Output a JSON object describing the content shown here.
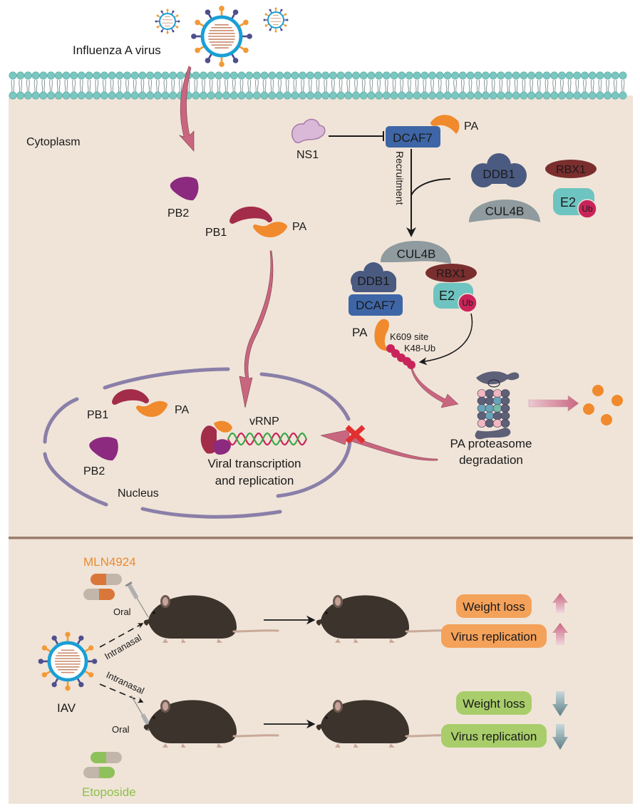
{
  "figure": {
    "virus_label": "Influenza A virus",
    "cytoplasm_label": "Cytoplasm",
    "nucleus_label": "Nucleus",
    "cytoplasm_proteins": {
      "pb2": "PB2",
      "pb1": "PB1",
      "pa": "PA"
    },
    "ns1_pathway": {
      "ns1": "NS1",
      "dcaf7": "DCAF7",
      "pa": "PA",
      "recruitment": "Recruitment"
    },
    "free_components": {
      "ddb1": "DDB1",
      "cul4b": "CUL4B",
      "rbx1": "RBX1",
      "e2": "E2",
      "ub": "Ub"
    },
    "complex": {
      "cul4b": "CUL4B",
      "ddb1": "DDB1",
      "dcaf7": "DCAF7",
      "rbx1": "RBX1",
      "e2": "E2",
      "ub": "Ub",
      "pa": "PA",
      "site": "K609 site",
      "chain": "K48-Ub"
    },
    "degradation": {
      "line1": "PA proteasome",
      "line2": "degradation"
    },
    "nucleus": {
      "pb1": "PB1",
      "pa": "PA",
      "pb2": "PB2",
      "vrnp": "vRNP",
      "activity_line1": "Viral transcription",
      "activity_line2": "and replication"
    },
    "colors": {
      "background": "#f0e4d8",
      "membrane_head": "#79c7c0",
      "pb2": "#8b2a7f",
      "pb1": "#a32c4a",
      "pa": "#f08a2c",
      "dcaf7": "#3e66a6",
      "ddb1": "#4a5a80",
      "cul4b": "#8f9b9e",
      "rbx1": "#7a2e2e",
      "e2": "#6ec4c0",
      "ub": "#c9245a",
      "ns1": "#d9b8d8",
      "nucleus_membrane": "#8a7fa8",
      "arrow_pink": "#c9667f",
      "divider": "#9a7f6c",
      "increase_box": "#f4a15a",
      "decrease_box": "#a8cd6a",
      "mln4924": "#ec8a2e",
      "etoposide": "#8cbf4a"
    }
  },
  "in_vivo": {
    "virus_label": "IAV",
    "treatment_top": {
      "drug": "MLN4924",
      "route_drug": "Oral",
      "route_virus": "Intranasal",
      "outcomes": [
        {
          "label": "Weight loss",
          "direction": "up"
        },
        {
          "label": "Virus replication",
          "direction": "up"
        }
      ]
    },
    "treatment_bottom": {
      "drug": "Etoposide",
      "route_drug": "Oral",
      "route_virus": "Intranasal",
      "outcomes": [
        {
          "label": "Weight loss",
          "direction": "down"
        },
        {
          "label": "Virus replication",
          "direction": "down"
        }
      ]
    }
  }
}
